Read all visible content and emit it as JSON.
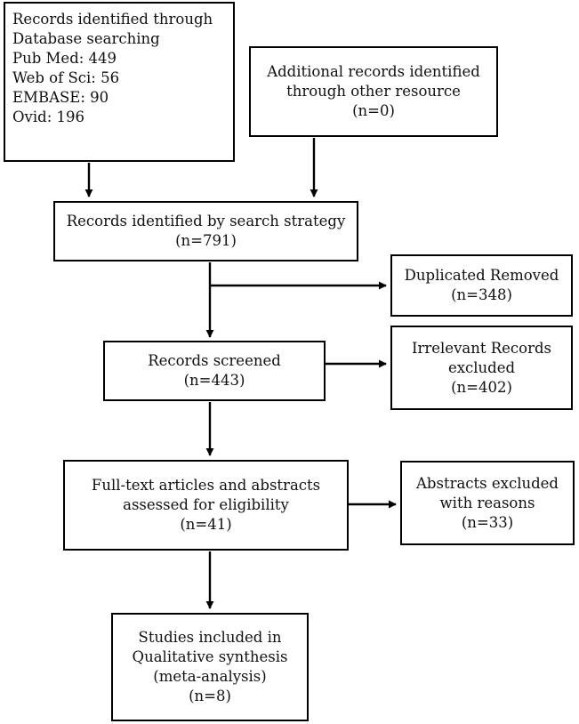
{
  "nodes": {
    "database_search": {
      "lines": [
        "Records identified through",
        "Database searching",
        "Pub Med: 449",
        "Web of Sci: 56",
        "EMBASE: 90",
        "Ovid: 196"
      ]
    },
    "additional_records": {
      "lines": [
        "Additional records identified",
        "through other resource",
        "(n=0)"
      ]
    },
    "identified_by_strategy": {
      "lines": [
        "Records identified by search strategy",
        "(n=791)"
      ]
    },
    "duplicates_removed": {
      "lines": [
        "Duplicated Removed",
        "(n=348)"
      ]
    },
    "records_screened": {
      "lines": [
        "Records screened",
        "(n=443)"
      ]
    },
    "irrelevant_excluded": {
      "lines": [
        "Irrelevant Records",
        "excluded",
        "(n=402)"
      ]
    },
    "full_text_assessed": {
      "lines": [
        "Full-text articles and abstracts",
        "assessed for eligibility",
        "(n=41)"
      ]
    },
    "abstracts_excluded": {
      "lines": [
        "Abstracts excluded",
        "with reasons",
        "(n=33)"
      ]
    },
    "studies_included": {
      "lines": [
        "Studies included in",
        "Qualitative synthesis",
        "(meta-analysis)",
        "(n=8)"
      ]
    }
  },
  "edges": [
    {
      "from": "database_search",
      "to": "identified_by_strategy"
    },
    {
      "from": "additional_records",
      "to": "identified_by_strategy"
    },
    {
      "from": "identified_by_strategy",
      "to": "records_screened"
    },
    {
      "from": "identified_by_strategy",
      "to": "duplicates_removed"
    },
    {
      "from": "records_screened",
      "to": "irrelevant_excluded"
    },
    {
      "from": "records_screened",
      "to": "full_text_assessed"
    },
    {
      "from": "full_text_assessed",
      "to": "abstracts_excluded"
    },
    {
      "from": "full_text_assessed",
      "to": "studies_included"
    }
  ]
}
